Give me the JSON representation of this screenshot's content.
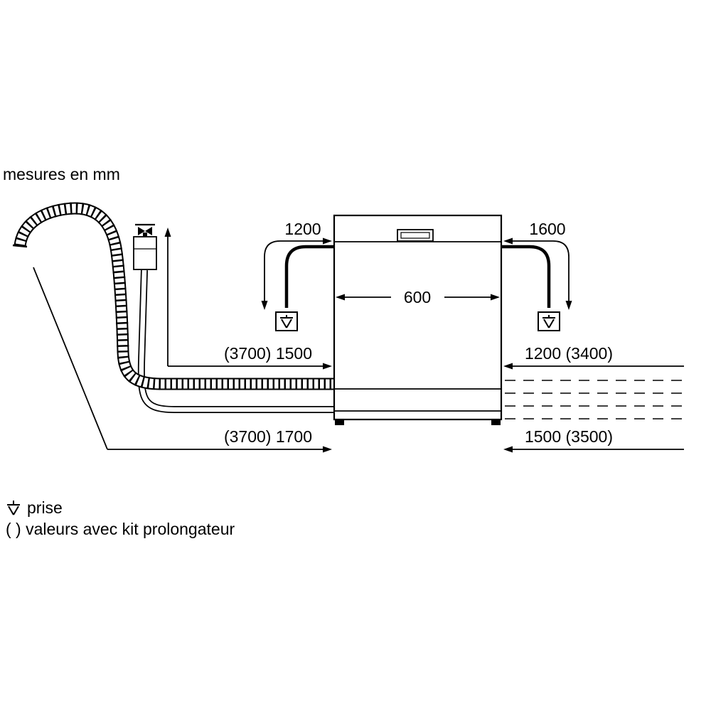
{
  "title": "mesures en mm",
  "labels": {
    "cord_left": "1200",
    "cord_right": "1600",
    "machine_width": "600",
    "hose_upper_length": "(3700) 1500",
    "right_upper": "1200 (3400)",
    "hose_lower_length": "(3700) 1700",
    "right_lower": "1500 (3500)"
  },
  "legend": {
    "socket_label": "prise",
    "extension_note": "( ) valeurs avec kit prolongateur"
  },
  "colors": {
    "line": "#000000",
    "background": "#ffffff"
  }
}
